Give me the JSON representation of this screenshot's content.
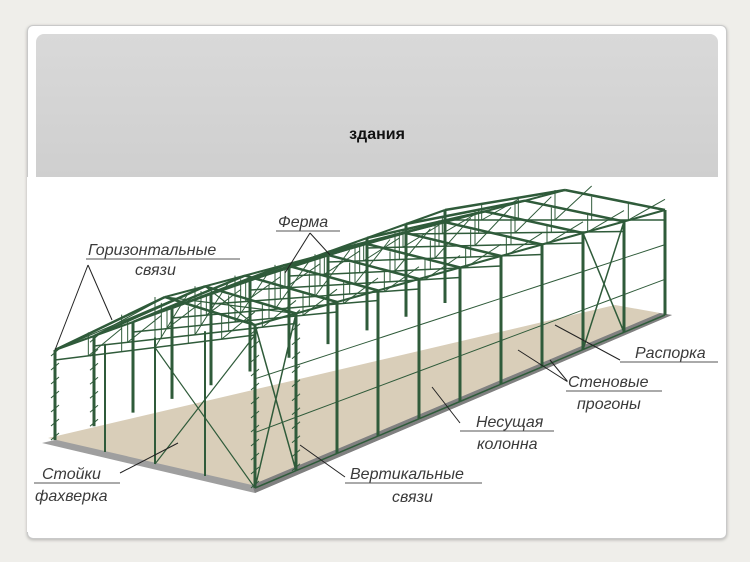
{
  "slide": {
    "title": "здания"
  },
  "labels": {
    "horizontal_bracing_line1": "Горизонтальные",
    "horizontal_bracing_line2": "связи",
    "truss": "Ферма",
    "strut": "Распорка",
    "wall_purlins_line1": "Стеновые",
    "wall_purlins_line2": "прогоны",
    "bearing_column_line1": "Несущая",
    "bearing_column_line2": "колонна",
    "vertical_bracing_line1": "Вертикальные",
    "vertical_bracing_line2": "связи",
    "infill_posts_line1": "Стойки",
    "infill_posts_line2": "фахверка"
  },
  "colors": {
    "steel": "#2f5b3a",
    "floor": "#d8cdb9",
    "plinth": "#a9a9a9",
    "label_text": "#3a3a3a"
  }
}
